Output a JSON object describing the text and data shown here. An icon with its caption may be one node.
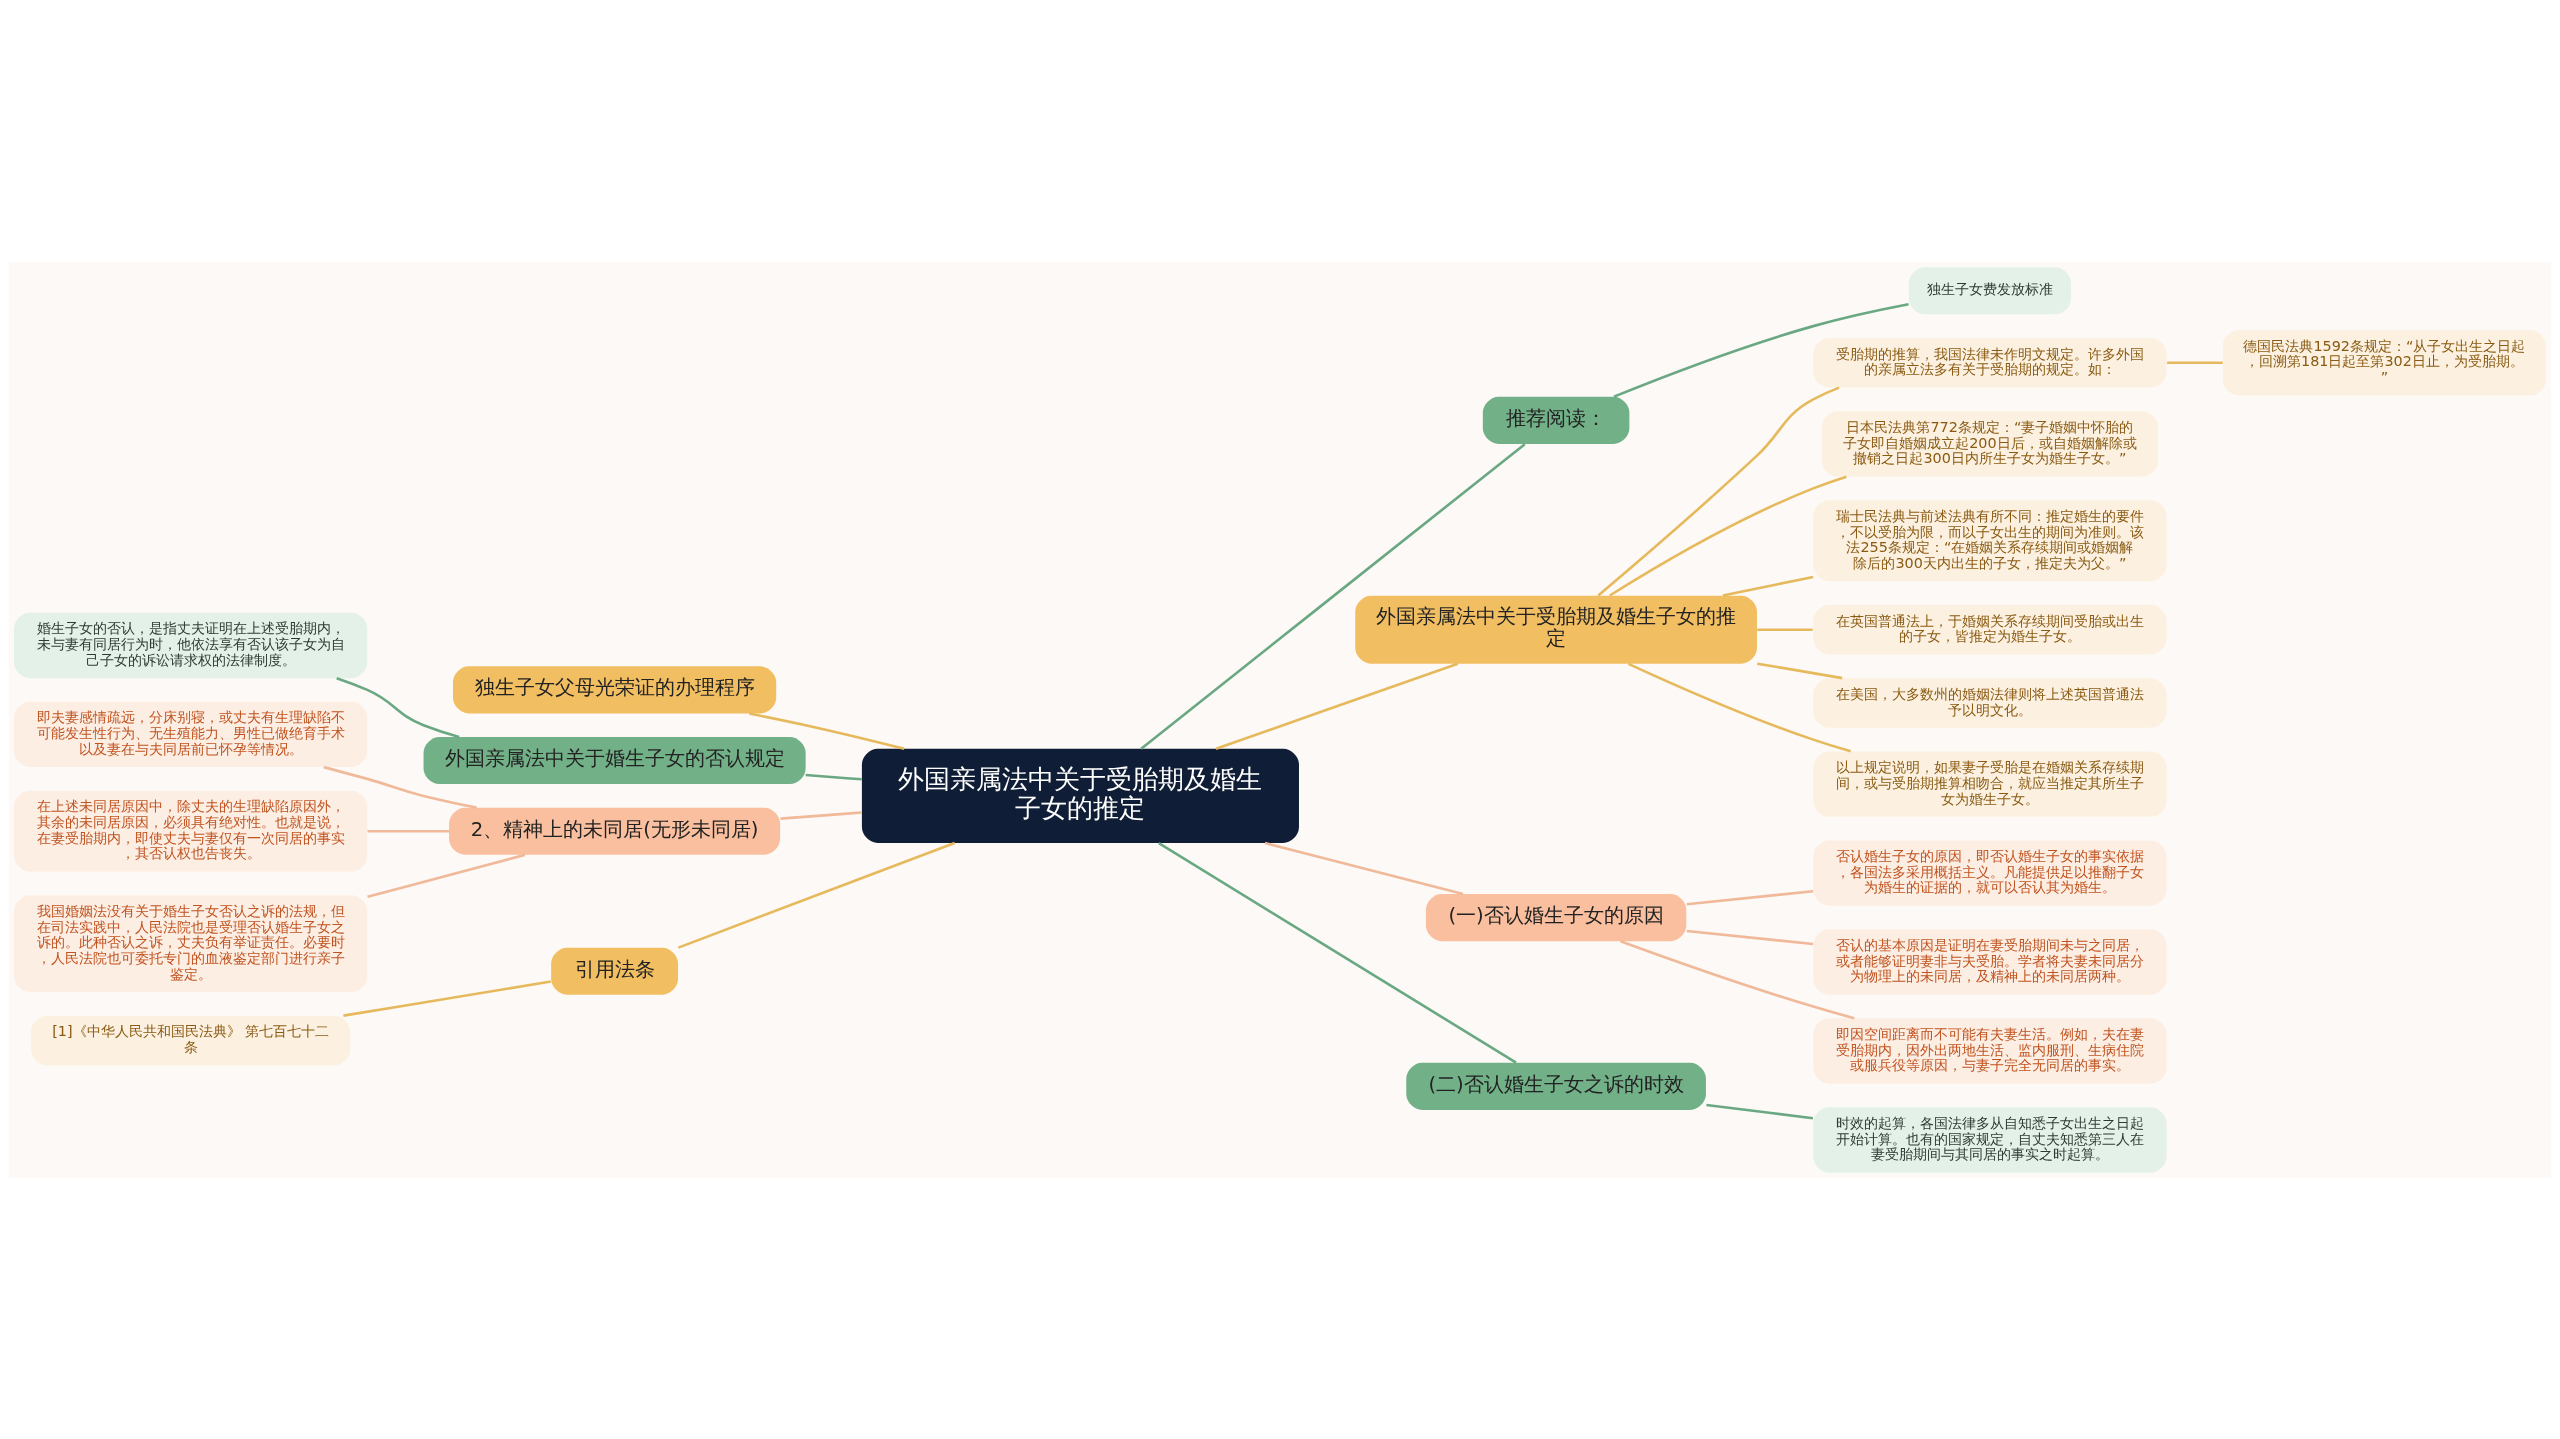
{
  "diagram": {
    "nodes": [
      {
        "text": [
          "外国亲属法中关于受胎期及婚生子女的推定"
        ]
      },
      {
        "text": [
          "推荐阅读："
        ]
      },
      {
        "text": [
          "独生子女费发放标准"
        ]
      },
      {
        "text": [
          "外国亲属法中关于受胎期及婚生子女的推定"
        ]
      },
      {
        "text": [
          "受胎期的推算，我国法律未作明文规定。许多外国的亲属立法多有关于受胎期的规定。如："
        ]
      },
      {
        "text": [
          "德国民法典1592条规定：“从子女出生之日起，回溯第181日起至第302日止，为受胎期。”"
        ]
      },
      {
        "text": [
          "日本民法典第772条规定：“妻子婚姻中怀胎的子女即自婚姻成立起200日后，或自婚姻解除或撤销之日起300日内所生子女为婚生子女。”"
        ]
      },
      {
        "text": [
          "瑞士民法典与前述法典有所不同：推定婚生的要件，不以受胎为限，而以子女出生的期间为准则。该法255条规定：“在婚姻关系存续期间或婚姻解除后的300天内出生的子女，推定夫为父。”"
        ]
      },
      {
        "text": [
          "在英国普通法上，于婚姻关系存续期间受胎或出生的子女，皆推定为婚生子女。"
        ]
      },
      {
        "text": [
          "在美国，大多数州的婚姻法律则将上述英国普通法予以明文化。"
        ]
      },
      {
        "text": [
          "以上规定说明，如果妻子受胎是在婚姻关系存续期间，或与受胎期推算相吻合，就应当推定其所生子女为婚生子女。"
        ]
      },
      {
        "text": [
          "(一)否认婚生子女的原因"
        ]
      },
      {
        "text": [
          "否认婚生子女的原因，即否认婚生子女的事实依据，各国法多采用概括主义。凡能提供足以推翻子女为婚生的证据的，就可以否认其为婚生。"
        ]
      },
      {
        "text": [
          "否认的基本原因是证明在妻受胎期间未与之同居，或者能够证明妻非与夫受胎。学者将夫妻未同居分为物理上的未同居，及精神上的未同居两种。"
        ]
      },
      {
        "text": [
          "即因空间距离而不可能有夫妻生活。例如，夫在妻受胎期内，因外出两地生活、监内服刑、生病住院或服兵役等原因，与妻子完全无同居的事实。"
        ]
      },
      {
        "text": [
          "(二)否认婚生子女之诉的时效"
        ]
      },
      {
        "text": [
          "时效的起算，各国法律多从自知悉子女出生之日起开始计算。也有的国家规定，自丈夫知悉第三人在妻受胎期间与其同居的事实之时起算。"
        ]
      },
      {
        "text": [
          "独生子女父母光荣证的办理程序"
        ]
      },
      {
        "text": [
          "外国亲属法中关于婚生子女的否认规定"
        ]
      },
      {
        "text": [
          "婚生子女的否认，是指丈夫证明在上述受胎期内，未与妻有同居行为时，他依法享有否认该子女为自己子女的诉讼请求权的法律制度。"
        ]
      },
      {
        "text": [
          "2、精神上的未同居(无形未同居)"
        ]
      },
      {
        "text": [
          "即夫妻感情疏远，分床别寝，或丈夫有生理缺陷不可能发生性行为、无生殖能力、男性已做绝育手术以及妻在与夫同居前已怀孕等情况。"
        ]
      },
      {
        "text": [
          "在上述未同居原因中，除丈夫的生理缺陷原因外，其余的未同居原因，必须具有绝对性。也就是说，在妻受胎期内，即使丈夫与妻仅有一次同居的事实，其否认权也告丧失。"
        ]
      },
      {
        "text": [
          "我国婚姻法没有关于婚生子女否认之诉的法规，但在司法实践中，人民法院也是受理否认婚生子女之诉的。此种否认之诉，丈夫负有举证责任。必要时，人民法院也可委托专门的血液鉴定部门进行亲子鉴定。"
        ]
      },
      {
        "text": [
          "引用法条"
        ]
      },
      {
        "text": [
          "[1]《中华人民共和国民法典》 第七百七十二条"
        ]
      }
    ],
    "edges": [
      {
        "from": 0,
        "to": 1,
        "arrow": "none",
        "color": "#6aa884"
      },
      {
        "from": 1,
        "to": 2,
        "arrow": "none",
        "color": "#6aa884"
      },
      {
        "from": 0,
        "to": 3,
        "arrow": "none"
      },
      {
        "from": 3,
        "to": 4,
        "arrow": "none"
      },
      {
        "from": 4,
        "to": 5,
        "arrow": "none"
      },
      {
        "from": 3,
        "to": 6,
        "arrow": "none"
      },
      {
        "from": 3,
        "to": 7,
        "arrow": "none"
      },
      {
        "from": 3,
        "to": 8,
        "arrow": "none"
      },
      {
        "from": 3,
        "to": 9,
        "arrow": "none"
      },
      {
        "from": 3,
        "to": 10,
        "arrow": "none"
      },
      {
        "from": 0,
        "to": 11,
        "arrow": "none",
        "color": "#f0b99a"
      },
      {
        "from": 11,
        "to": 12,
        "arrow": "none",
        "color": "#f0b99a"
      },
      {
        "from": 11,
        "to": 13,
        "arrow": "none",
        "color": "#f0b99a"
      },
      {
        "from": 11,
        "to": 14,
        "arrow": "none",
        "color": "#f0b99a"
      },
      {
        "from": 0,
        "to": 15,
        "arrow": "none",
        "color": "#6aa884"
      },
      {
        "from": 15,
        "to": 16,
        "arrow": "none",
        "color": "#6aa884"
      },
      {
        "from": 0,
        "to": 17,
        "arrow": "none"
      },
      {
        "from": 0,
        "to": 18,
        "arrow": "none",
        "color": "#6aa884"
      },
      {
        "from": 18,
        "to": 19,
        "arrow": "none",
        "color": "#6aa884"
      },
      {
        "from": 0,
        "to": 20,
        "arrow": "none",
        "color": "#f0b99a"
      },
      {
        "from": 20,
        "to": 21,
        "arrow": "none",
        "color": "#f0b99a"
      },
      {
        "from": 20,
        "to": 22,
        "arrow": "none",
        "color": "#f0b99a"
      },
      {
        "from": 20,
        "to": 23,
        "arrow": "none",
        "color": "#f0b99a"
      },
      {
        "from": 0,
        "to": 24,
        "arrow": "none"
      },
      {
        "from": 24,
        "to": 25,
        "arrow": "none"
      }
    ]
  }
}
